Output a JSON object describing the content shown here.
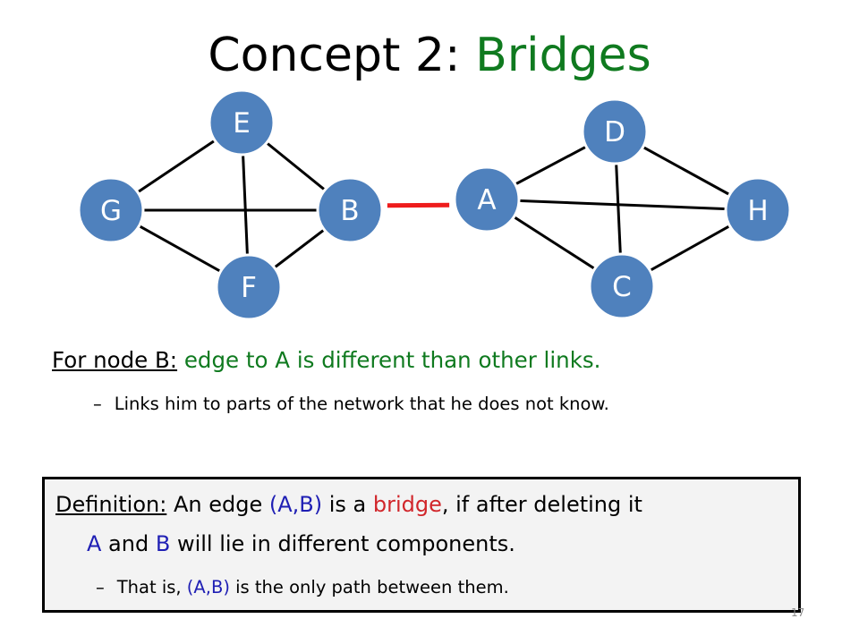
{
  "title": {
    "prefix": "Concept 2: ",
    "accent": "Bridges"
  },
  "graph": {
    "nodes": [
      {
        "id": "E",
        "label": "E"
      },
      {
        "id": "G",
        "label": "G"
      },
      {
        "id": "B",
        "label": "B"
      },
      {
        "id": "F",
        "label": "F"
      },
      {
        "id": "D",
        "label": "D"
      },
      {
        "id": "A",
        "label": "A"
      },
      {
        "id": "H",
        "label": "H"
      },
      {
        "id": "C",
        "label": "C"
      }
    ],
    "edges": [
      {
        "from": "E",
        "to": "G"
      },
      {
        "from": "E",
        "to": "B"
      },
      {
        "from": "E",
        "to": "F"
      },
      {
        "from": "G",
        "to": "B"
      },
      {
        "from": "G",
        "to": "F"
      },
      {
        "from": "B",
        "to": "F"
      },
      {
        "from": "B",
        "to": "A",
        "bridge": true
      },
      {
        "from": "A",
        "to": "D"
      },
      {
        "from": "A",
        "to": "H"
      },
      {
        "from": "A",
        "to": "C"
      },
      {
        "from": "D",
        "to": "H"
      },
      {
        "from": "D",
        "to": "C"
      },
      {
        "from": "H",
        "to": "C"
      }
    ],
    "node_color": "#4f81bd",
    "node_stroke": "#ffffff",
    "bridge_color": "#ee1c1c",
    "edge_color": "#000000"
  },
  "bullet1": {
    "label": "For node B:",
    "text": "edge to A is different than other links."
  },
  "bullet2": {
    "dash": "–",
    "text": "Links him to parts of the network that he does not know."
  },
  "definition": {
    "label": "Definition:",
    "t1": "An edge ",
    "ab": "(A,B)",
    "t2": " is a ",
    "bridge": "bridge",
    "t3": ", if after deleting it",
    "a": "A",
    "t4": " and ",
    "b": "B",
    "t5": " will lie in different components.",
    "sub_dash": "–",
    "sub_t1": "That is, ",
    "sub_ab": "(A,B)",
    "sub_t2": " is the only path between them."
  },
  "slide_number": "17"
}
